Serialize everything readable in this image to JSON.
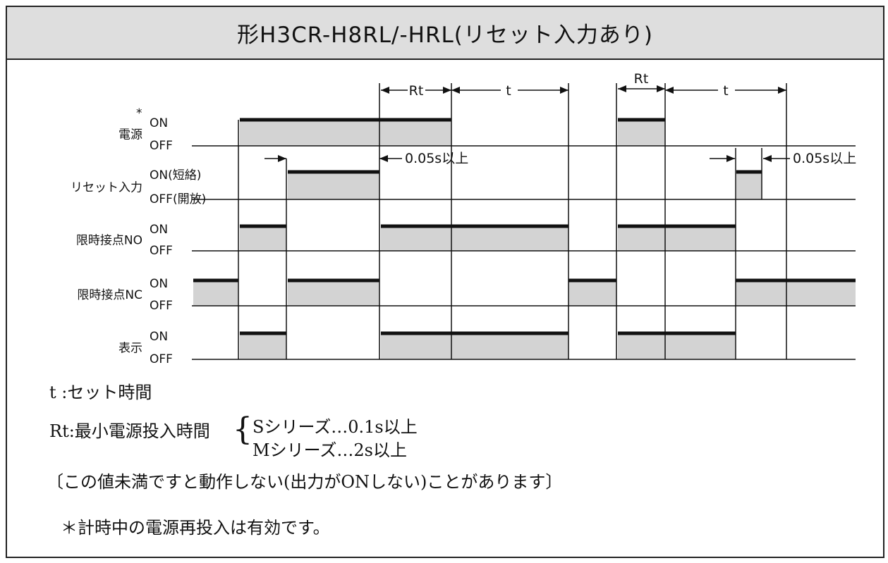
{
  "title": "形H3CR-H8RL/-HRL(リセット入力あり)",
  "rows": [
    {
      "label": "電源",
      "on": "ON",
      "off": "OFF",
      "star": "*",
      "pulses": [
        [
          340,
          640
        ],
        [
          876,
          943
        ]
      ]
    },
    {
      "label": "リセット入力",
      "on": "ON(短絡)",
      "off": "OFF(開放)",
      "pulses": [
        [
          408,
          538
        ],
        [
          1044,
          1080
        ]
      ]
    },
    {
      "label": "限時接点NO",
      "on": "ON",
      "off": "OFF",
      "pulses": [
        [
          340,
          406
        ],
        [
          540,
          806
        ],
        [
          876,
          1043
        ]
      ]
    },
    {
      "label": "限時接点NC",
      "on": "ON",
      "off": "OFF",
      "pulses": [
        [
          274,
          338
        ],
        [
          408,
          538
        ],
        [
          806,
          874
        ],
        [
          1043,
          1213
        ]
      ]
    },
    {
      "label": "表示",
      "on": "ON",
      "off": "OFF",
      "pulses": [
        [
          340,
          406
        ],
        [
          540,
          806
        ],
        [
          876,
          1043
        ]
      ]
    }
  ],
  "dimensions": {
    "rt": "Rt",
    "t": "t",
    "reset_min": "0.05s以上"
  },
  "notes": {
    "t_line": "t :セット時間",
    "rt_line": "Rt:最小電源投入時間",
    "s_series": "Sシリーズ…0.1s以上",
    "m_series": "Mシリーズ…2s以上",
    "caution": "〔この値未満ですと動作しない(出力がONしない)ことがあります〕",
    "footnote": "＊計時中の電源再投入は有効です。"
  }
}
